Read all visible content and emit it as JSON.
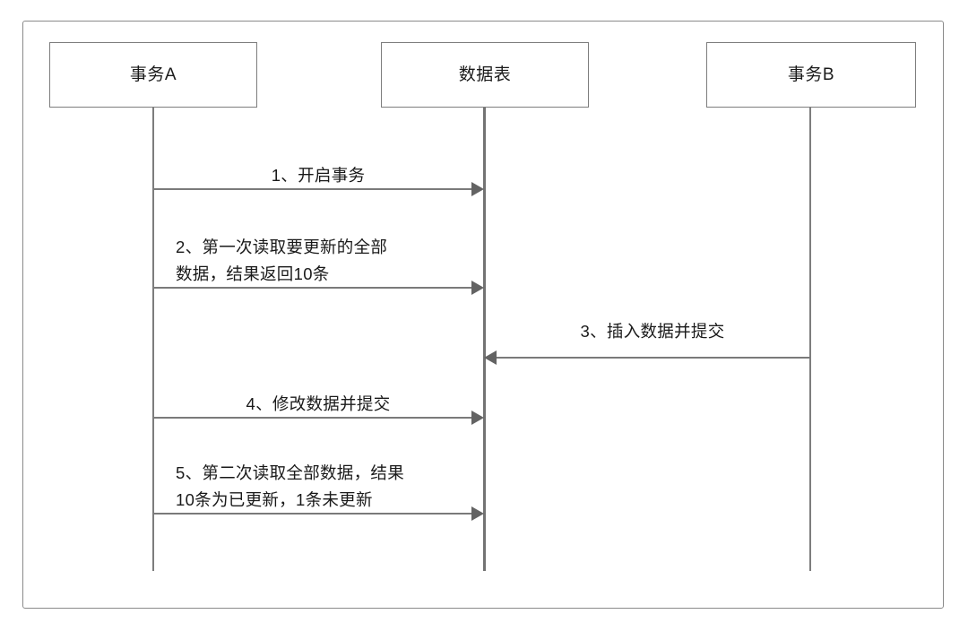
{
  "diagram": {
    "type": "sequence-diagram",
    "title": "",
    "colors": {
      "frame_border": "#8a8a8a",
      "box_border": "#7d7d7d",
      "lifeline": "#7d7d7d",
      "arrow": "#636363",
      "text": "#1a1a1a",
      "background": "#ffffff"
    },
    "participants": [
      {
        "id": "txn-a",
        "label": "事务A"
      },
      {
        "id": "data-table",
        "label": "数据表"
      },
      {
        "id": "txn-b",
        "label": "事务B"
      }
    ],
    "messages": [
      {
        "seq": "1",
        "label": "1、开启事务",
        "from": "事务A",
        "to": "数据表",
        "direction": "right",
        "align": "center"
      },
      {
        "seq": "2",
        "label": "2、第一次读取要更新的全部\n数据，结果返回10条",
        "from": "事务A",
        "to": "数据表",
        "direction": "right",
        "align": "left"
      },
      {
        "seq": "3",
        "label": "3、插入数据并提交",
        "from": "事务B",
        "to": "数据表",
        "direction": "left",
        "align": "center"
      },
      {
        "seq": "4",
        "label": "4、修改数据并提交",
        "from": "事务A",
        "to": "数据表",
        "direction": "right",
        "align": "center"
      },
      {
        "seq": "5",
        "label": "5、第二次读取全部数据，结果\n10条为已更新，1条未更新",
        "from": "事务A",
        "to": "数据表",
        "direction": "right",
        "align": "left"
      }
    ]
  }
}
